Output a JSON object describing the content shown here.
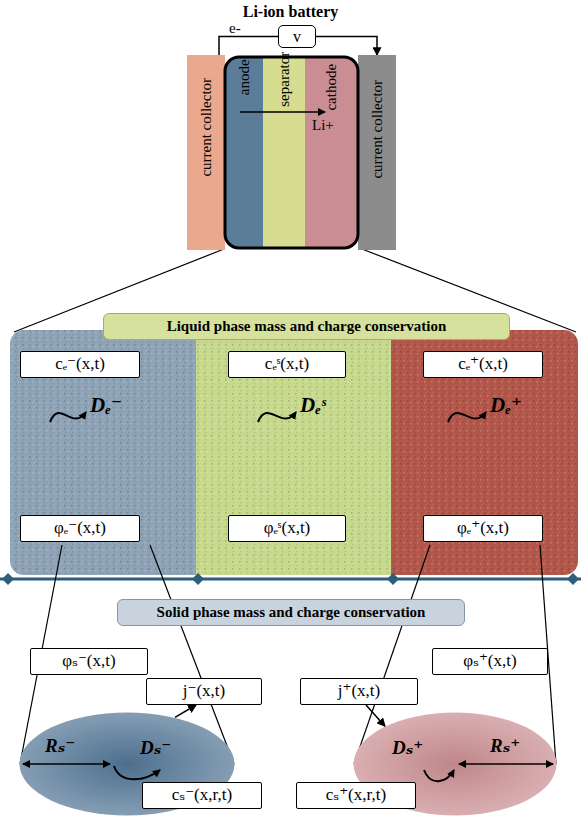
{
  "diagram": {
    "title": "Li-ion battery",
    "nodes": [
      {
        "text": [
          "current collector"
        ]
      },
      {
        "text": [
          "anode"
        ]
      },
      {
        "text": [
          "separator"
        ]
      },
      {
        "text": [
          "cathode"
        ]
      },
      {
        "text": [
          "current collector"
        ]
      },
      {
        "text": [
          "v"
        ]
      },
      {
        "text": [
          "Liquid phase mass and charge conservation"
        ]
      },
      {
        "text": [
          "cₑ⁻(x,t)"
        ]
      },
      {
        "text": [
          "cₑˢ(x,t)"
        ]
      },
      {
        "text": [
          "cₑ⁺(x,t)"
        ]
      },
      {
        "text": [
          "φₑ⁻(x,t)"
        ]
      },
      {
        "text": [
          "φₑˢ(x,t)"
        ]
      },
      {
        "text": [
          "φₑ⁺(x,t)"
        ]
      },
      {
        "text": [
          "Solid phase mass and charge conservation"
        ]
      },
      {
        "text": [
          "φₛ⁻(x,t)"
        ]
      },
      {
        "text": [
          "φₛ⁺(x,t)"
        ]
      },
      {
        "text": [
          "j⁻(x,t)"
        ]
      },
      {
        "text": [
          "j⁺(x,t)"
        ]
      },
      {
        "text": [
          "Rₛ⁻",
          "Dₛ⁻"
        ]
      },
      {
        "text": [
          "Dₛ⁺",
          "Rₛ⁺"
        ]
      },
      {
        "text": [
          "cₛ⁻(x,r,t)"
        ]
      },
      {
        "text": [
          "cₛ⁺(x,r,t)"
        ]
      }
    ],
    "edges": [
      {
        "from": 0,
        "to": 5,
        "arrow": "none"
      },
      {
        "from": 5,
        "to": 4,
        "arrow": "to"
      },
      {
        "from": 18,
        "to": 16,
        "arrow": "to"
      },
      {
        "from": 17,
        "to": 19,
        "arrow": "to"
      }
    ],
    "labels": [
      "e-",
      "Li+",
      "Dₑ⁻",
      "Dₑˢ",
      "Dₑ⁺"
    ]
  }
}
